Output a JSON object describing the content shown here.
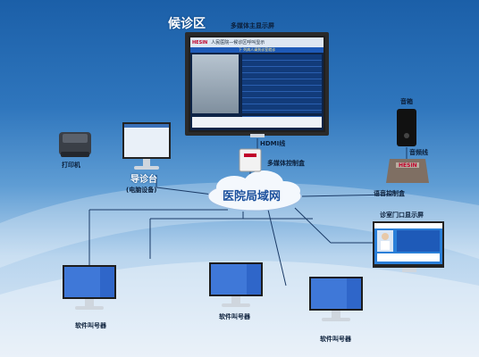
{
  "diagram": {
    "title": "候诊区",
    "main_screen_label": "多媒体主显示屏",
    "screen": {
      "logo": "HESIN",
      "header": "人民医院—候诊区呼叫显示",
      "subheader": "下 列病人请到诊室就诊"
    },
    "hdmi_label": "HDMI线",
    "control_box_label": "多媒体控制盒",
    "speaker_label": "音箱",
    "audio_cable_label": "音频线",
    "voice_box_logo": "HESIN",
    "voice_box_label": "语音控制盒",
    "printer_label": "打印机",
    "triage_desk_label": "导诊台",
    "triage_desk_sub": "(电脑设备)",
    "network_label": "医院局域网",
    "clinic_door_label": "诊室门口显示屏",
    "caller_labels": [
      "软件叫号器",
      "软件叫号器",
      "软件叫号器"
    ]
  },
  "colors": {
    "background_top": "#1b5fa8",
    "background_bottom": "#dfeaf6",
    "connector_line": "#1a3a66",
    "brand_red": "#c0002a"
  }
}
